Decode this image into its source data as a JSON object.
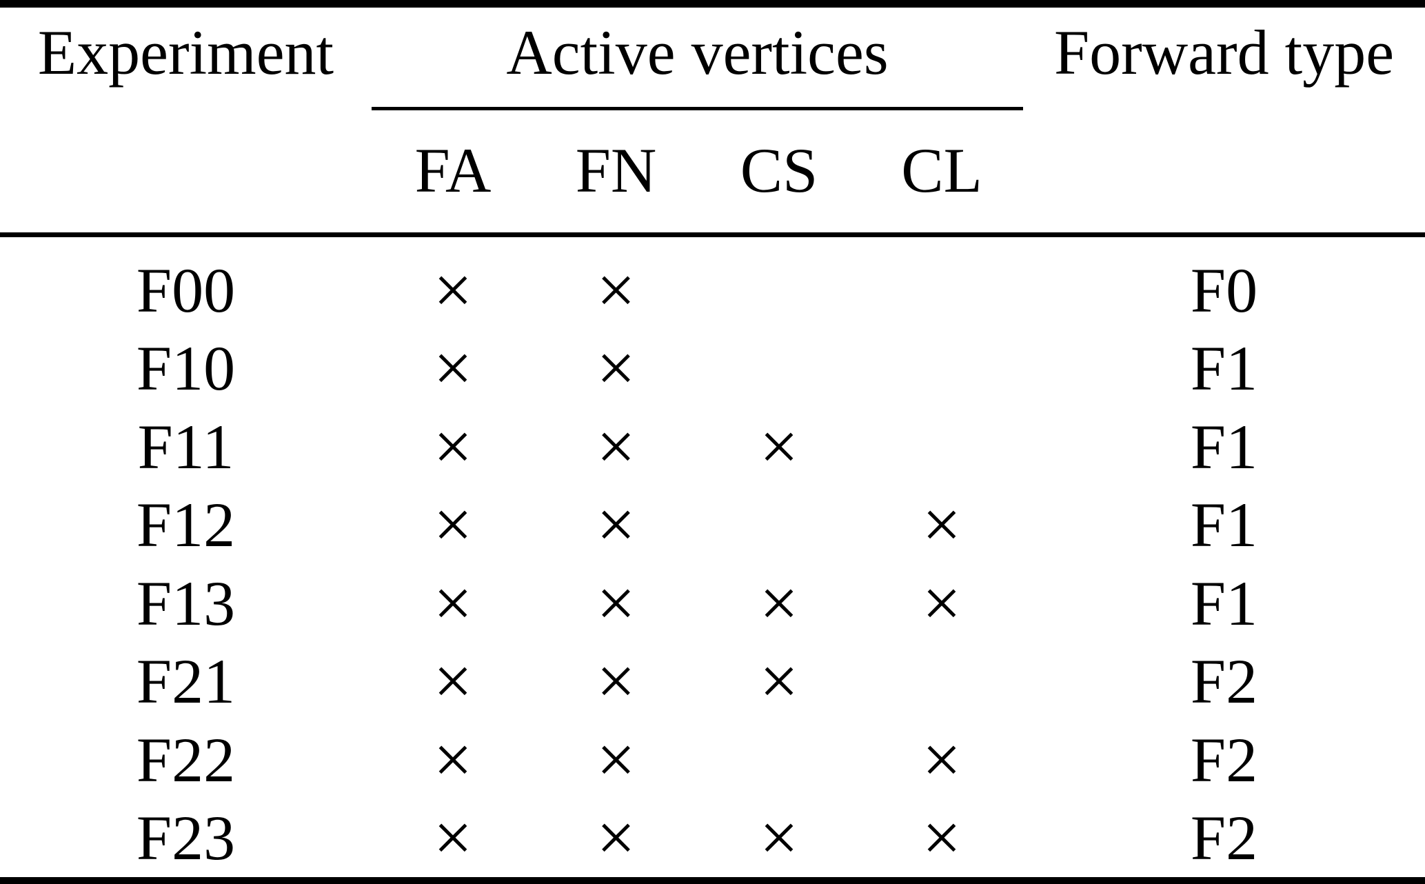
{
  "table": {
    "colors": {
      "text": "#000000",
      "background": "#ffffff",
      "rule": "#000000"
    },
    "headers": {
      "experiment": "Experiment",
      "active_vertices_group": "Active vertices",
      "forward_type": "Forward type"
    },
    "sub_headers": {
      "fa": "FA",
      "fn": "FN",
      "cs": "CS",
      "cl": "CL"
    },
    "mark_glyph": "×",
    "rows": [
      {
        "experiment": "F00",
        "fa": "×",
        "fn": "×",
        "cs": "",
        "cl": "",
        "forward": "F0"
      },
      {
        "experiment": "F10",
        "fa": "×",
        "fn": "×",
        "cs": "",
        "cl": "",
        "forward": "F1"
      },
      {
        "experiment": "F11",
        "fa": "×",
        "fn": "×",
        "cs": "×",
        "cl": "",
        "forward": "F1"
      },
      {
        "experiment": "F12",
        "fa": "×",
        "fn": "×",
        "cs": "",
        "cl": "×",
        "forward": "F1"
      },
      {
        "experiment": "F13",
        "fa": "×",
        "fn": "×",
        "cs": "×",
        "cl": "×",
        "forward": "F1"
      },
      {
        "experiment": "F21",
        "fa": "×",
        "fn": "×",
        "cs": "×",
        "cl": "",
        "forward": "F2"
      },
      {
        "experiment": "F22",
        "fa": "×",
        "fn": "×",
        "cs": "",
        "cl": "×",
        "forward": "F2"
      },
      {
        "experiment": "F23",
        "fa": "×",
        "fn": "×",
        "cs": "×",
        "cl": "×",
        "forward": "F2"
      }
    ]
  }
}
